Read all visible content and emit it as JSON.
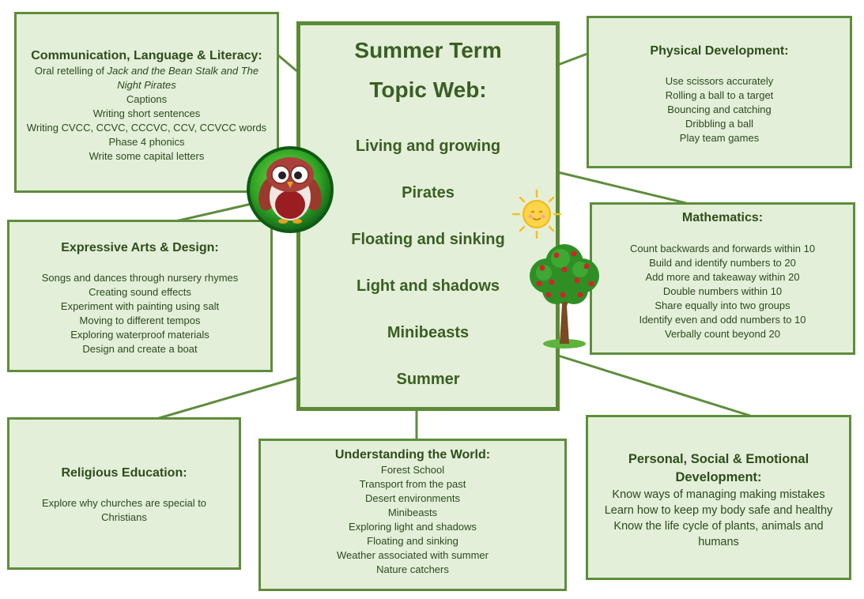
{
  "center": {
    "title_line1": "Summer Term",
    "title_line2": "Topic Web:",
    "topics": [
      "Living and growing",
      "Pirates",
      "Floating and sinking",
      "Light and shadows",
      "Minibeasts",
      "Summer"
    ]
  },
  "cll": {
    "title": "Communication, Language & Literacy:",
    "line1_prefix": "Oral retelling of ",
    "line1_italic": "Jack and the Bean Stalk and The",
    "line2_italic": "Night Pirates",
    "items": [
      "Captions",
      "Writing short sentences",
      "Writing CVCC, CCVC, CCCVC, CCV, CCVCC words",
      "Phase 4 phonics",
      "Write some capital letters"
    ]
  },
  "physical": {
    "title": "Physical Development:",
    "items": [
      "Use scissors accurately",
      "Rolling a ball to a target",
      "Bouncing and catching",
      "Dribbling a ball",
      "Play team games"
    ]
  },
  "expressive": {
    "title": "Expressive Arts & Design:",
    "items": [
      "Songs and dances through nursery rhymes",
      "Creating sound effects",
      "Experiment with painting using salt",
      "Moving to different tempos",
      "Exploring waterproof materials",
      "Design and create a boat"
    ]
  },
  "maths": {
    "title": "Mathematics:",
    "items": [
      "Count backwards and forwards within 10",
      "Build and identify numbers to 20",
      "Add more and takeaway within 20",
      "Double numbers within 10",
      "Share equally into two groups",
      "Identify even and odd numbers to 10",
      "Verbally count beyond 20"
    ]
  },
  "re": {
    "title": "Religious Education:",
    "items": [
      "Explore why churches are special to",
      "Christians"
    ]
  },
  "utw": {
    "title": "Understanding the World:",
    "items": [
      "Forest School",
      "Transport from the past",
      "Desert environments",
      "Minibeasts",
      "Exploring light and shadows",
      "Floating and sinking",
      "Weather associated with summer",
      "Nature catchers"
    ]
  },
  "psed": {
    "title_line1": "Personal, Social & Emotional",
    "title_line2": "Development:",
    "items": [
      "Know ways of managing making mistakes",
      "Learn how to keep my body safe and healthy",
      "Know the life cycle of plants, animals and",
      "humans"
    ]
  },
  "colors": {
    "box_fill": "#e3efd9",
    "border": "#5e8d3c",
    "text": "#2c4a1e",
    "connector": "#5e8d3c"
  },
  "icons": {
    "owl": "owl-badge-icon",
    "sun": "sun-icon",
    "tree": "apple-tree-icon"
  }
}
